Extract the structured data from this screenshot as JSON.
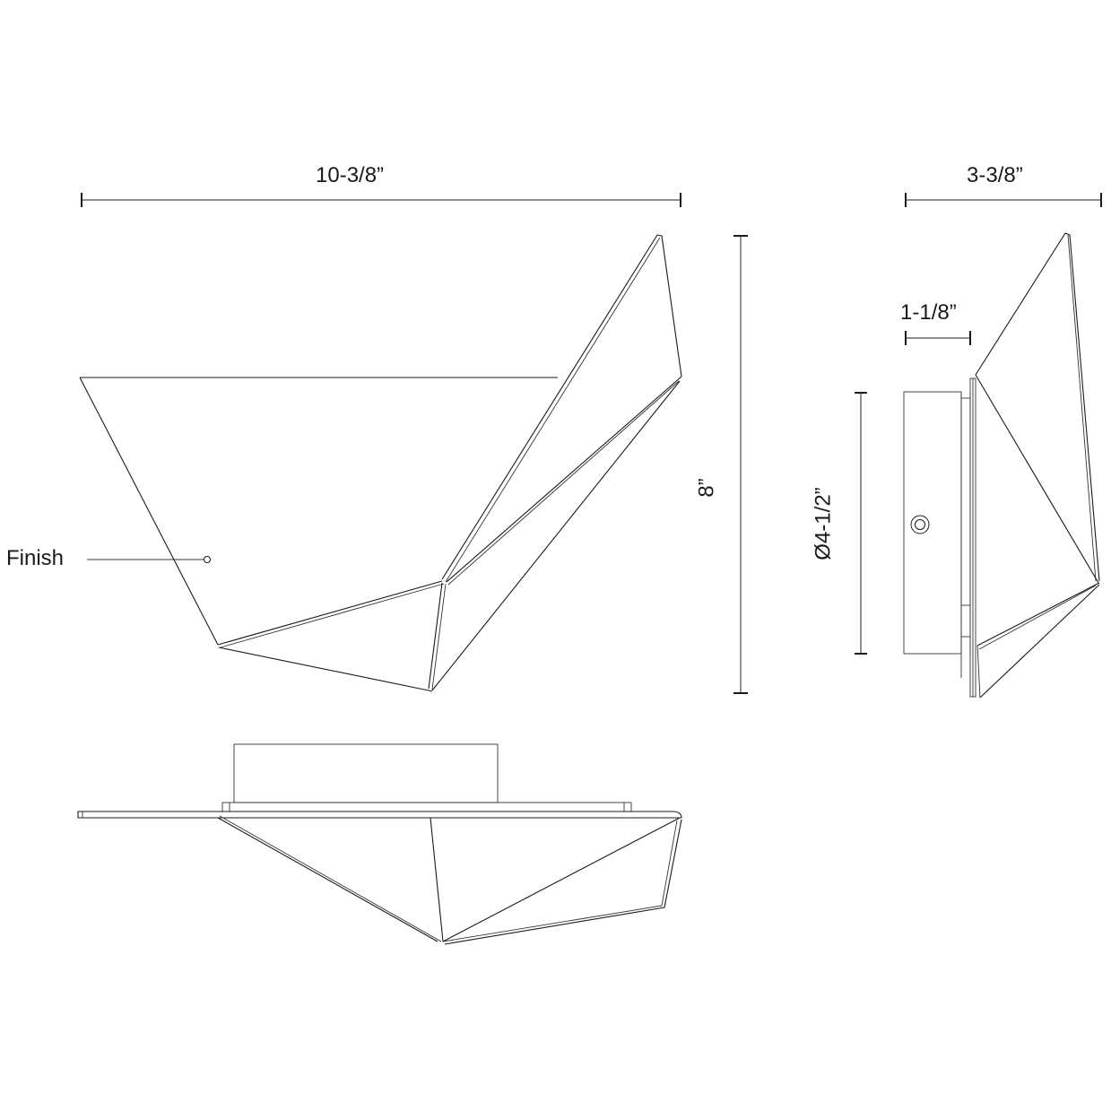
{
  "drawing": {
    "title": "Wall sconce dimension drawing",
    "views": [
      "front-view",
      "side-view",
      "bottom-view"
    ]
  },
  "dimensions": {
    "width": "10-3/8”",
    "height": "8”",
    "depth": "3-3/8”",
    "backplate_depth": "1-1/8”",
    "backplate_diameter": "Ø4-1/2”"
  },
  "callouts": {
    "finish": "Finish"
  },
  "colors": {
    "line": "#1a1a1a",
    "dimension_line": "#4a4a4a",
    "background": "#ffffff"
  }
}
